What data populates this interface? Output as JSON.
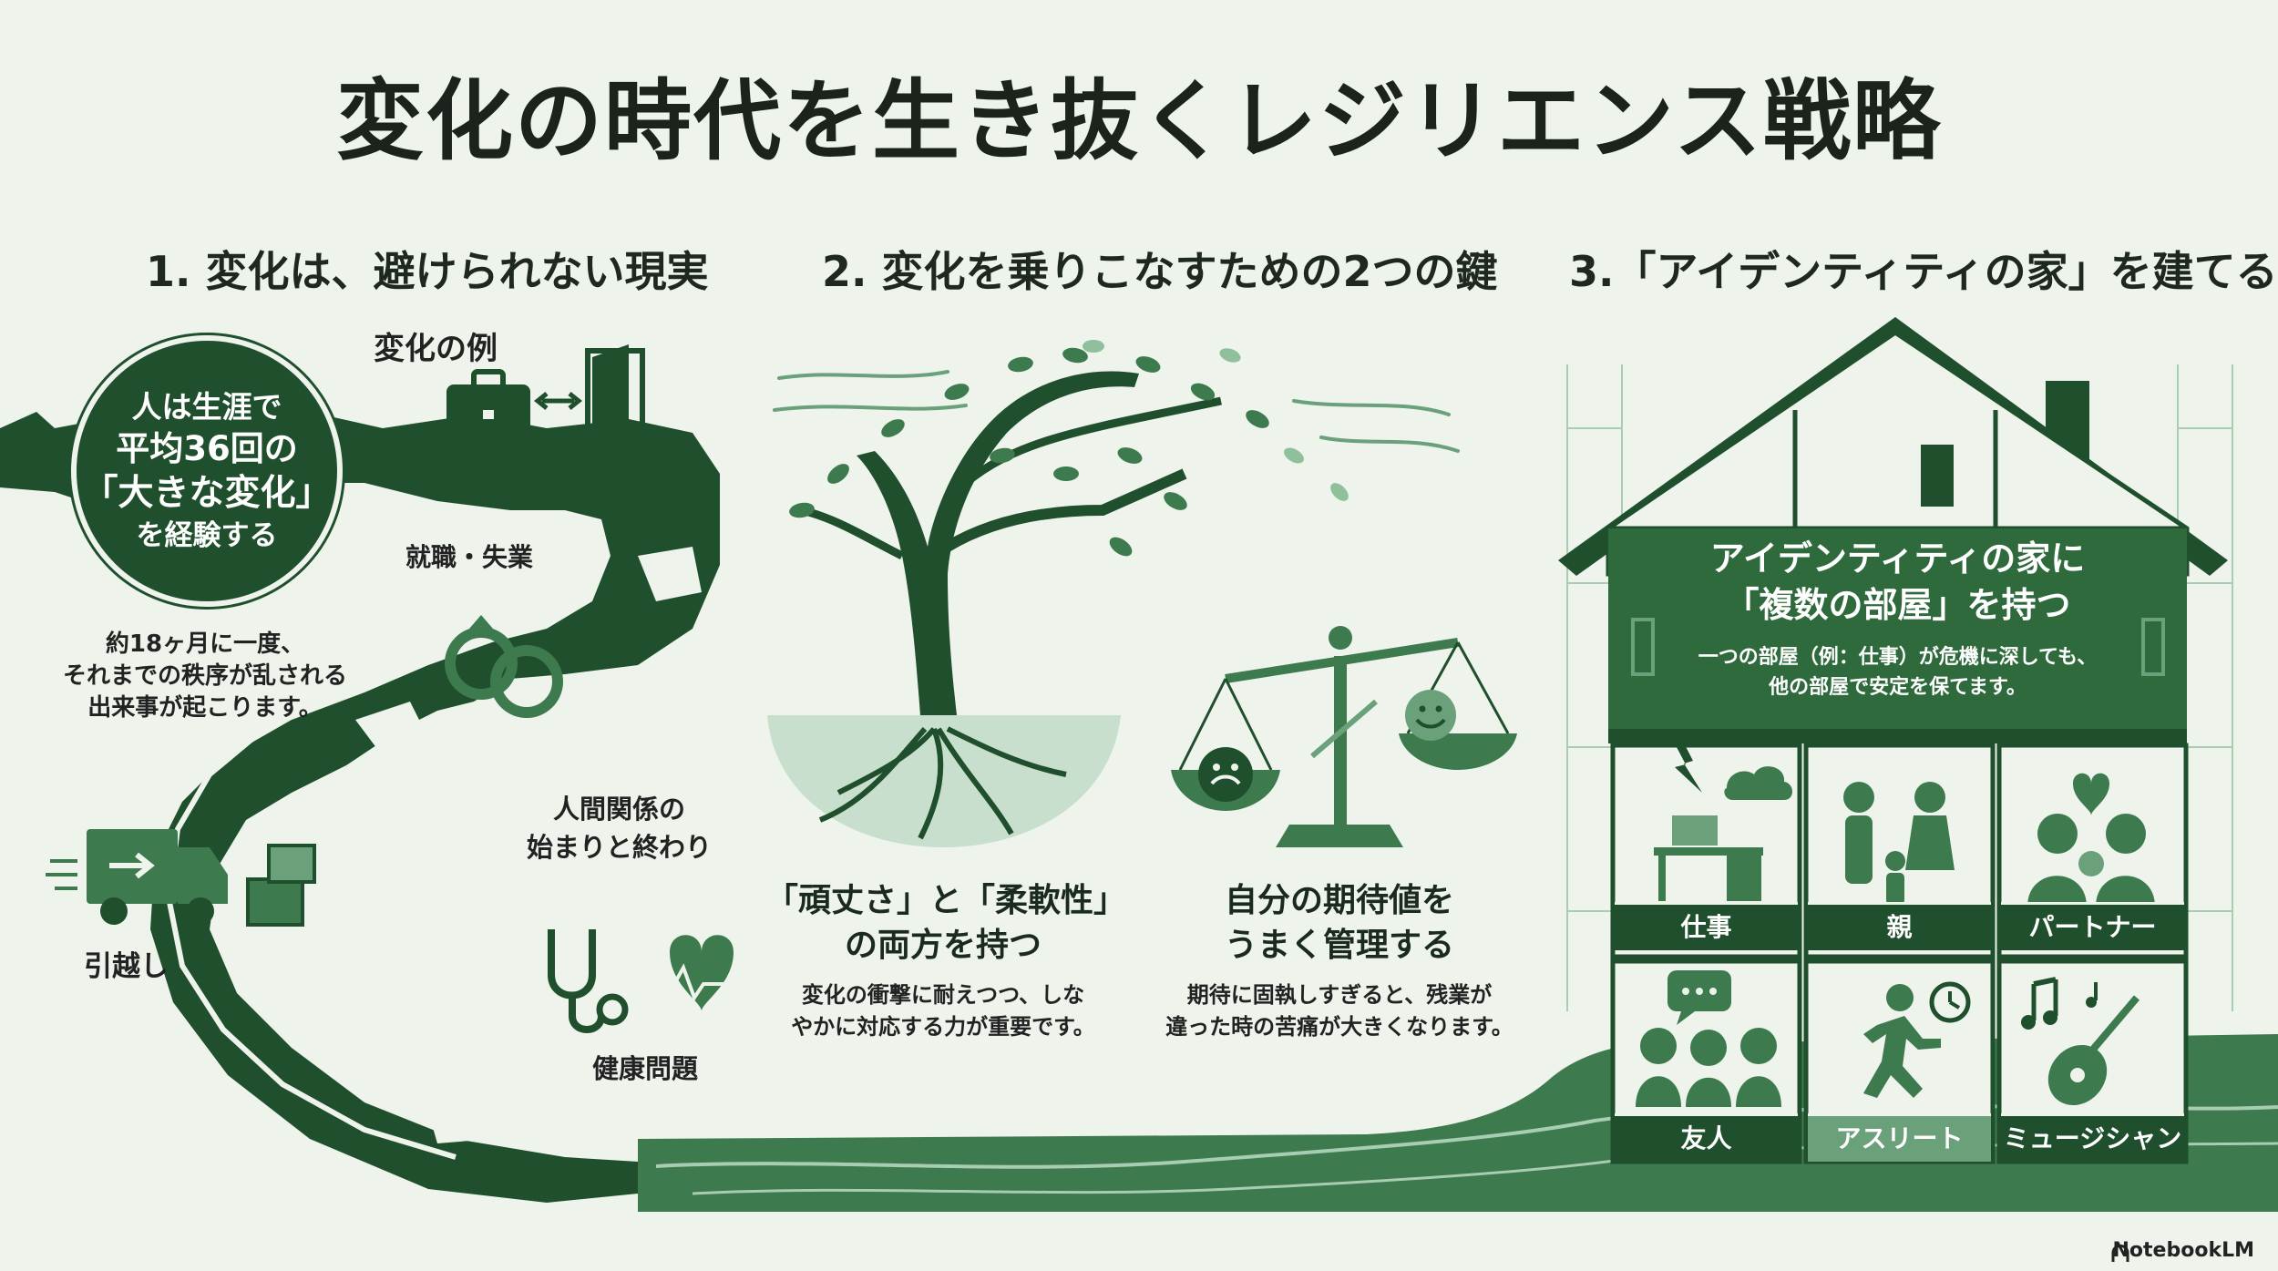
{
  "title": "変化の時代を生き抜くレジリエンス戦略",
  "sections": [
    {
      "heading": "1. 変化は、避けられない現実"
    },
    {
      "heading": "2. 変化を乗りこなすための2つの鍵"
    },
    {
      "heading": "3.「アイデンティティの家」を建てる"
    }
  ],
  "section1": {
    "circle": [
      "人は生涯で",
      "平均36回の",
      "「大きな変化」",
      "を経験する"
    ],
    "note": [
      "約18ヶ月に一度、",
      "それまでの秩序が乱される",
      "出来事が起こります。"
    ],
    "examples_heading": "変化の例",
    "events": {
      "job": "就職・失業",
      "relationship_1": "人間関係の",
      "relationship_2": "始まりと終わり",
      "move": "引越し",
      "health": "健康問題"
    }
  },
  "section2": {
    "key1": {
      "title": [
        "「頑丈さ」と「柔軟性」",
        "の両方を持つ"
      ],
      "desc": [
        "変化の衝撃に耐えつつ、しな",
        "やかに対応する力が重要です。"
      ]
    },
    "key2": {
      "title": [
        "自分の期待値を",
        "うまく管理する"
      ],
      "desc": [
        "期待に固執しすぎると、残業が",
        "違った時の苦痛が大きくなります。"
      ]
    }
  },
  "section3": {
    "attic_title": [
      "アイデンティティの家に",
      "「複数の部屋」を持つ"
    ],
    "attic_desc": [
      "一つの部屋（例：仕事）が危機に深しても、",
      "他の部屋で安定を保てます。"
    ],
    "rooms": [
      "仕事",
      "親",
      "パートナー",
      "友人",
      "アスリート",
      "ミュージシャン"
    ]
  },
  "brand": "NotebookLM",
  "colors": {
    "dark_green": "#1f4f2d",
    "mid_green": "#3d7a4d",
    "light_green": "#6aa07a",
    "background": "#eef4ec"
  }
}
